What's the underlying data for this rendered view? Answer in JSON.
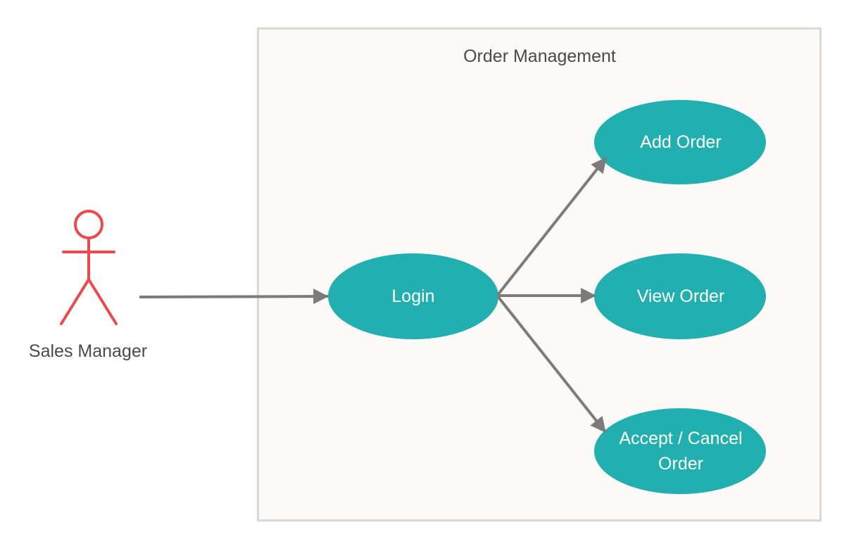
{
  "system": {
    "title": "Order Management"
  },
  "actor": {
    "name": "Sales Manager",
    "color": "#f0474d"
  },
  "use_cases": {
    "login": "Login",
    "add_order": "Add Order",
    "view_order": "View Order",
    "accept_cancel_order": "Accept / Cancel Order"
  },
  "colors": {
    "use_case_fill": "#22afaf",
    "boundary_fill": "#fbfaf9",
    "boundary_stroke": "#d9d9d9",
    "arrow": "#7b7b7b"
  }
}
